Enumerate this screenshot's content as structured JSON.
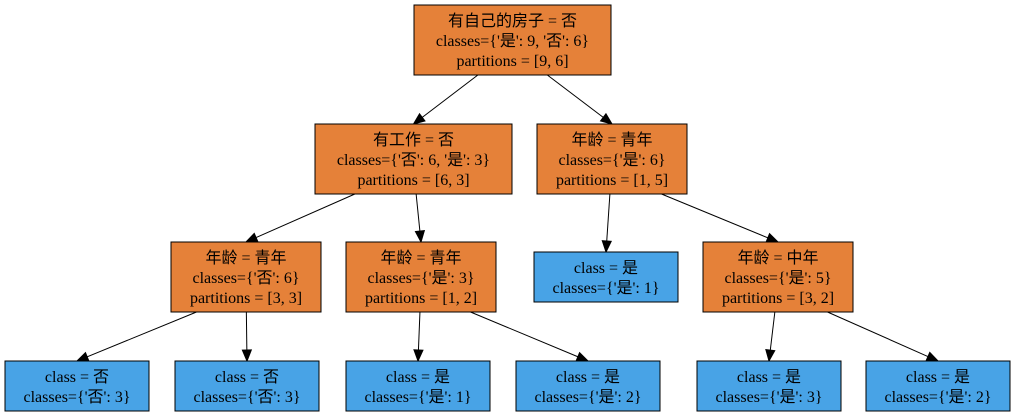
{
  "colors": {
    "split": "#e58139",
    "leaf": "#48a3e6",
    "border": "#000000"
  },
  "nodes": [
    {
      "id": "n0",
      "kind": "split",
      "lines": [
        "有自己的房子 = 否",
        "classes={'是': 9, '否': 6}",
        "partitions = [9, 6]"
      ]
    },
    {
      "id": "n1",
      "kind": "split",
      "lines": [
        "有工作 = 否",
        "classes={'否': 6, '是': 3}",
        "partitions = [6, 3]"
      ]
    },
    {
      "id": "n2",
      "kind": "split",
      "lines": [
        "年龄 = 青年",
        "classes={'是': 6}",
        "partitions = [1, 5]"
      ]
    },
    {
      "id": "n3",
      "kind": "split",
      "lines": [
        "年龄 = 青年",
        "classes={'否': 6}",
        "partitions = [3, 3]"
      ]
    },
    {
      "id": "n4",
      "kind": "split",
      "lines": [
        "年龄 = 青年",
        "classes={'是': 3}",
        "partitions = [1, 2]"
      ]
    },
    {
      "id": "n5",
      "kind": "leaf",
      "lines": [
        "class = 是",
        "classes={'是': 1}"
      ]
    },
    {
      "id": "n6",
      "kind": "split",
      "lines": [
        "年龄 = 中年",
        "classes={'是': 5}",
        "partitions = [3, 2]"
      ]
    },
    {
      "id": "n7",
      "kind": "leaf",
      "lines": [
        "class = 否",
        "classes={'否': 3}"
      ]
    },
    {
      "id": "n8",
      "kind": "leaf",
      "lines": [
        "class = 否",
        "classes={'否': 3}"
      ]
    },
    {
      "id": "n9",
      "kind": "leaf",
      "lines": [
        "class = 是",
        "classes={'是': 1}"
      ]
    },
    {
      "id": "n10",
      "kind": "leaf",
      "lines": [
        "class = 是",
        "classes={'是': 2}"
      ]
    },
    {
      "id": "n11",
      "kind": "leaf",
      "lines": [
        "class = 是",
        "classes={'是': 3}"
      ]
    },
    {
      "id": "n12",
      "kind": "leaf",
      "lines": [
        "class = 是",
        "classes={'是': 2}"
      ]
    }
  ],
  "edges": [
    {
      "from": "n0",
      "to": "n1"
    },
    {
      "from": "n0",
      "to": "n2"
    },
    {
      "from": "n1",
      "to": "n3"
    },
    {
      "from": "n1",
      "to": "n4"
    },
    {
      "from": "n2",
      "to": "n5"
    },
    {
      "from": "n2",
      "to": "n6"
    },
    {
      "from": "n3",
      "to": "n7"
    },
    {
      "from": "n3",
      "to": "n8"
    },
    {
      "from": "n4",
      "to": "n9"
    },
    {
      "from": "n4",
      "to": "n10"
    },
    {
      "from": "n6",
      "to": "n11"
    },
    {
      "from": "n6",
      "to": "n12"
    }
  ]
}
